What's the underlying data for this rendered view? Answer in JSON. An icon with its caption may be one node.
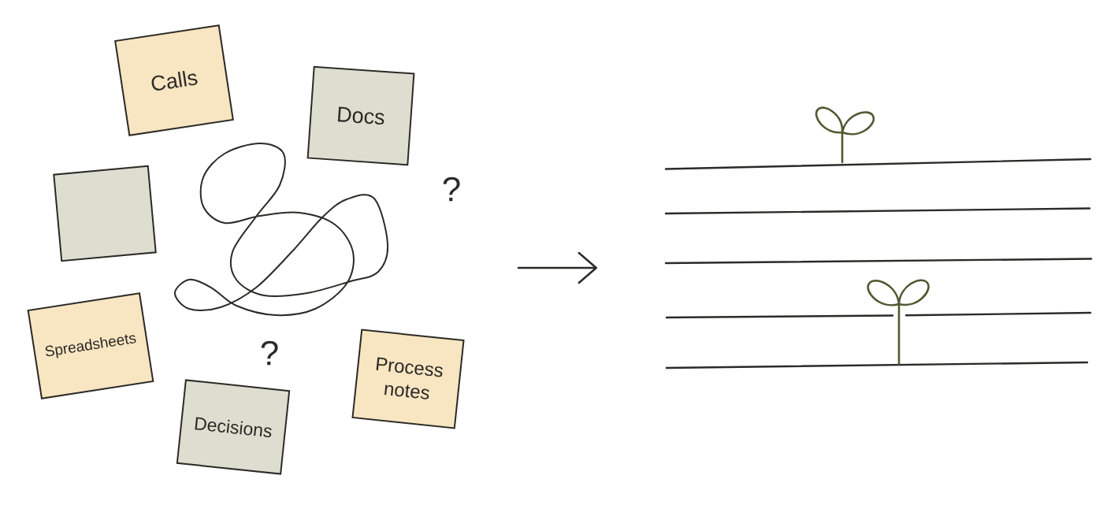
{
  "diagram": {
    "nodes": [
      {
        "text": [
          "Calls"
        ]
      },
      {
        "text": [
          "Docs"
        ]
      },
      {
        "text": [],
        "shape": "picture"
      },
      {
        "text": [],
        "shape": "box"
      },
      {
        "text": [
          "Spreadsheets"
        ]
      },
      {
        "text": [
          "Process notes"
        ]
      },
      {
        "text": [
          "Decisions"
        ]
      }
    ],
    "labels": [
      "?",
      "?"
    ]
  }
}
